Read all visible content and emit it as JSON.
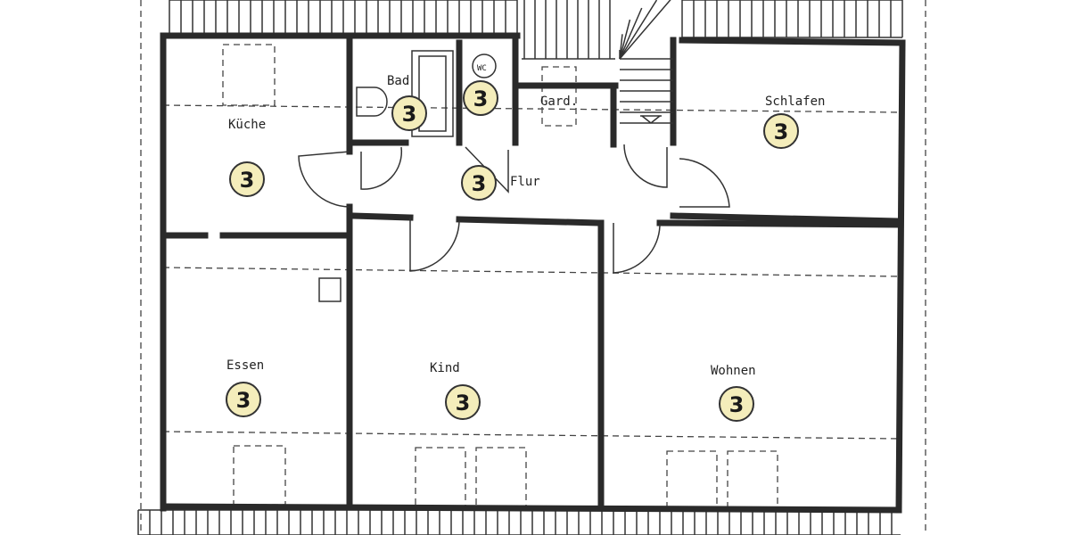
{
  "rooms": [
    {
      "id": "kueche",
      "label": "Küche",
      "badge": "3"
    },
    {
      "id": "bad",
      "label": "Bad",
      "badge": "3"
    },
    {
      "id": "wc",
      "label": "WC",
      "badge": "3"
    },
    {
      "id": "gard",
      "label": "Gard."
    },
    {
      "id": "flur",
      "label": "Flur",
      "badge": "3"
    },
    {
      "id": "schlafen",
      "label": "Schlafen",
      "badge": "3"
    },
    {
      "id": "essen",
      "label": "Essen",
      "badge": "3"
    },
    {
      "id": "kind",
      "label": "Kind",
      "badge": "3"
    },
    {
      "id": "wohnen",
      "label": "Wohnen",
      "badge": "3"
    }
  ],
  "colors": {
    "badge_fill": "#f4edbb",
    "wall": "#2a2a2a"
  }
}
